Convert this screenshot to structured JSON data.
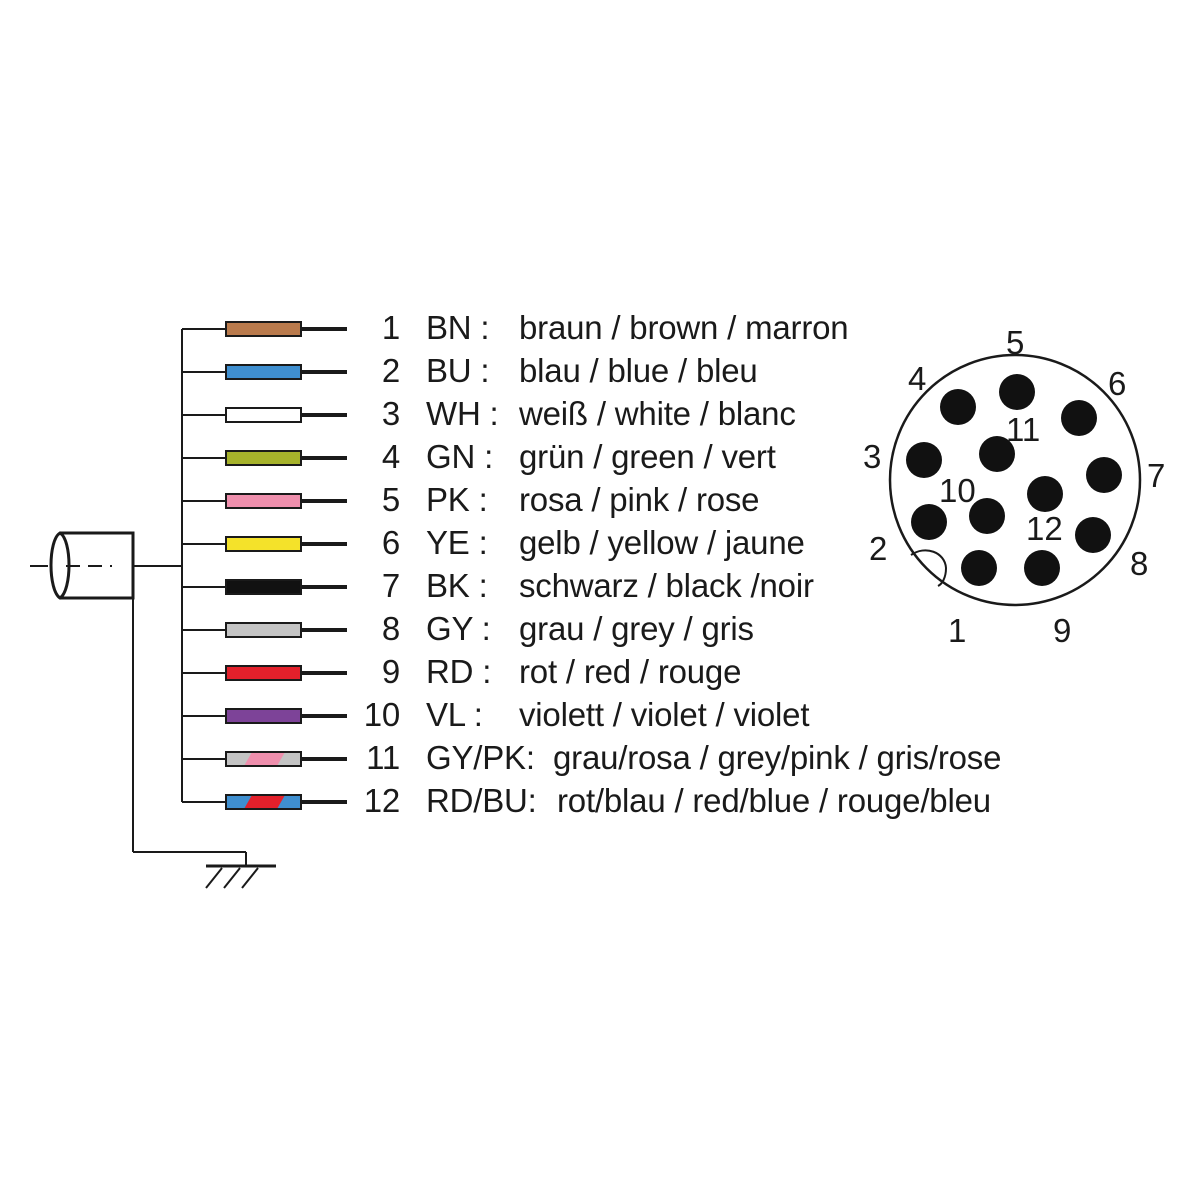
{
  "wires": [
    {
      "num": "1",
      "code": "BN :",
      "desc": "braun / brown / marron",
      "colors": [
        "#b97a4c"
      ]
    },
    {
      "num": "2",
      "code": "BU :",
      "desc": "blau / blue / bleu",
      "colors": [
        "#3f8fd0"
      ]
    },
    {
      "num": "3",
      "code": "WH :",
      "desc": "weiß / white / blanc",
      "colors": [
        "#ffffff"
      ]
    },
    {
      "num": "4",
      "code": "GN :",
      "desc": "grün / green / vert",
      "colors": [
        "#a6b22b"
      ]
    },
    {
      "num": "5",
      "code": "PK :",
      "desc": "rosa / pink / rose",
      "colors": [
        "#ef8fad"
      ]
    },
    {
      "num": "6",
      "code": "YE :",
      "desc": "gelb / yellow / jaune",
      "colors": [
        "#f4e22a"
      ]
    },
    {
      "num": "7",
      "code": "BK :",
      "desc": "schwarz / black /noir",
      "colors": [
        "#111111"
      ]
    },
    {
      "num": "8",
      "code": "GY :",
      "desc": "grau / grey / gris",
      "colors": [
        "#c4c4c4"
      ]
    },
    {
      "num": "9",
      "code": "RD :",
      "desc": "rot / red / rouge",
      "colors": [
        "#e3202b"
      ]
    },
    {
      "num": "10",
      "code": "VL :",
      "desc": "violett / violet / violet",
      "colors": [
        "#7d4398"
      ]
    },
    {
      "num": "11",
      "code": "GY/PK:",
      "desc": "grau/rosa / grey/pink / gris/rose",
      "colors": [
        "#c4c4c4",
        "#ef8fad"
      ]
    },
    {
      "num": "12",
      "code": "RD/BU:",
      "desc": "rot/blau / red/blue / rouge/bleu",
      "colors": [
        "#3f8fd0",
        "#e3202b"
      ]
    }
  ],
  "connector_pins": [
    "1",
    "2",
    "3",
    "4",
    "5",
    "6",
    "7",
    "8",
    "9",
    "10",
    "11",
    "12"
  ],
  "colors": {
    "line": "#1a1a1a",
    "pin": "#111111"
  }
}
